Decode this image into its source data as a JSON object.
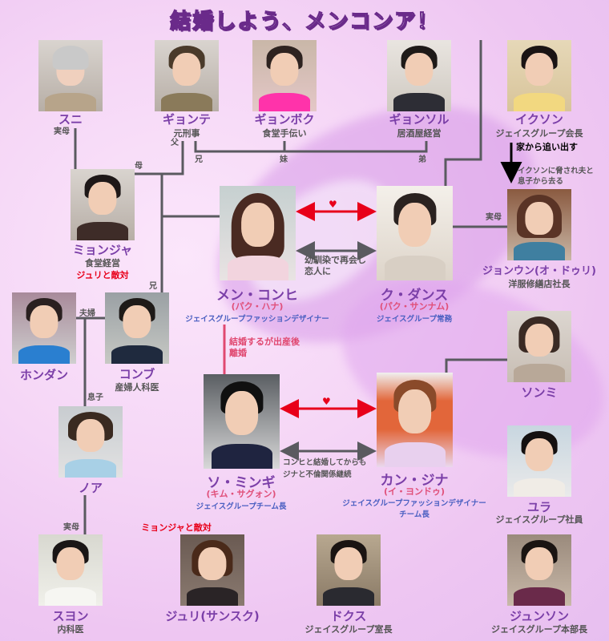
{
  "title": "結婚しよう、メンコンア！",
  "colors": {
    "name": "#7b3fa8",
    "alias": "#e0507a",
    "role": "#4a5fc1",
    "line": "#5a5a60",
    "love": "#e8001a"
  },
  "people": {
    "suni": {
      "name": "スニ"
    },
    "gyonte": {
      "name": "ギョンテ",
      "sub": "元刑事"
    },
    "gyonbok": {
      "name": "ギョンボク",
      "sub": "食堂手伝い"
    },
    "gyonsol": {
      "name": "ギョンソル",
      "sub": "居酒屋経営"
    },
    "ikuson": {
      "name": "イクソン",
      "sub": "ジェイスグループ会長"
    },
    "myonja": {
      "name": "ミョンジャ",
      "sub": "食堂経営",
      "note": "ジュリと敵対"
    },
    "men": {
      "name": "メン・コンヒ",
      "alias": "(パク・ハナ)",
      "role": "ジェイスグループファッションデザイナー"
    },
    "ku": {
      "name": "ク・ダンス",
      "alias": "(パク・サンナム)",
      "role": "ジェイスグループ常務"
    },
    "jonun": {
      "name": "ジョンウン(オ・ドゥリ)",
      "sub": "洋服修繕店社長"
    },
    "hondan": {
      "name": "ホンダン"
    },
    "konbu": {
      "name": "コンブ",
      "sub": "産婦人科医"
    },
    "noa": {
      "name": "ノア"
    },
    "so": {
      "name": "ソ・ミンギ",
      "alias": "(キム・サグォン)",
      "role": "ジェイスグループチーム長"
    },
    "kan": {
      "name": "カン・ジナ",
      "alias": "(イ・ヨンドゥ)",
      "role": "ジェイスグループファッションデザイナー",
      "role2": "チーム長"
    },
    "sonmi": {
      "name": "ソンミ"
    },
    "yura": {
      "name": "ユラ",
      "sub": "ジェイスグループ社員"
    },
    "suyon": {
      "name": "スヨン",
      "sub": "内科医"
    },
    "juri": {
      "name": "ジュリ(サンスク)",
      "note": "ミョンジャと敵対"
    },
    "dokusu": {
      "name": "ドクス",
      "sub": "ジェイスグループ室長"
    },
    "junson": {
      "name": "ジュンソン",
      "sub": "ジェイスグループ本部長"
    }
  },
  "relations": {
    "suni_mother": "実母",
    "father": "父",
    "mother": "母",
    "elder_brother": "兄",
    "younger_sister": "妹",
    "younger_brother": "弟",
    "konbu_brother": "兄",
    "couple": "夫婦",
    "son": "息子",
    "suyon_mother": "実母",
    "jonun_mother": "実母",
    "kicked_out": "家から追い出す",
    "jonun_note1": "イクソンに脅され夫と",
    "jonun_note2": "息子から去る",
    "men_ku1": "幼馴染で再会し",
    "men_ku2": "恋人に",
    "men_so1": "結婚するが出産後",
    "men_so2": "離婚",
    "so_kan1": "コンヒと結婚してからも",
    "so_kan2": "ジナと不倫関係継続",
    "heart": "♥"
  }
}
